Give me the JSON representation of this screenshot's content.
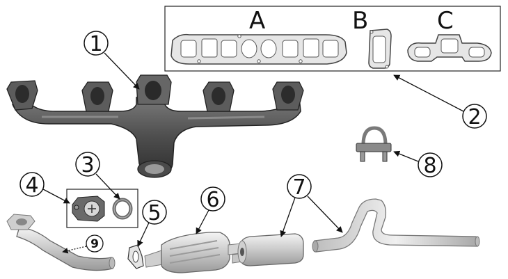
{
  "letters": {
    "a": "A",
    "b": "B",
    "c": "C"
  },
  "callouts": {
    "n1": "1",
    "n2": "2",
    "n3": "3",
    "n4": "4",
    "n5": "5",
    "n6": "6",
    "n7": "7",
    "n8": "8",
    "n9": "9"
  },
  "icons": {
    "manifold": "exhaust-manifold-icon",
    "gasket_a": "intake-exhaust-gasket-icon",
    "gasket_b": "square-flange-gasket-icon",
    "gasket_c": "double-port-gasket-icon",
    "clamp": "u-bolt-clamp-icon",
    "flange": "exhaust-flange-icon",
    "seal": "doughnut-seal-icon",
    "converter": "catalytic-converter-icon",
    "muffler": "muffler-icon",
    "tailpipe": "tail-pipe-icon",
    "downpipe": "down-pipe-icon"
  },
  "colors": {
    "cast_iron": "#5a5a5a",
    "steel": "#d9d9d9",
    "gasket": "#e8e8e8",
    "line": "#111111"
  }
}
